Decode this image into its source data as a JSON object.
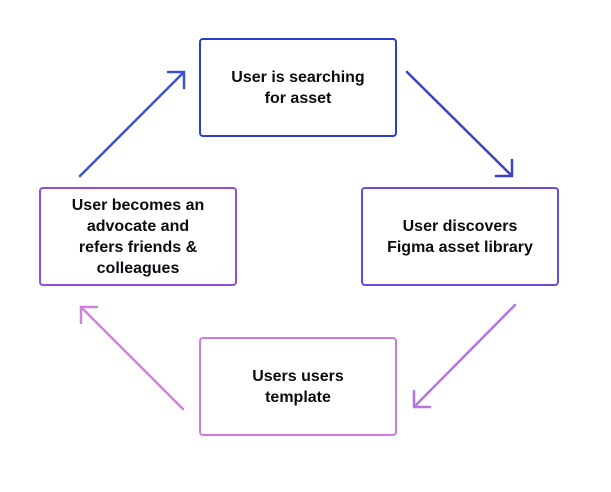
{
  "diagram": {
    "type": "cycle",
    "nodes": [
      {
        "id": "top",
        "label": "User is searching\nfor asset",
        "color": "#2b3fcc"
      },
      {
        "id": "right",
        "label": "User discovers\nFigma asset library",
        "color": "#6a4ad8"
      },
      {
        "id": "bottom",
        "label": "Users users\ntemplate",
        "color": "#cf7ae0"
      },
      {
        "id": "left",
        "label": "User becomes an\nadvocate and\nrefers friends &\ncolleagues",
        "color": "#8e4fdc"
      }
    ],
    "edges": [
      {
        "from": "top",
        "to": "right",
        "color": "#3a42c8"
      },
      {
        "from": "right",
        "to": "bottom",
        "color": "#b276e0"
      },
      {
        "from": "bottom",
        "to": "left",
        "color": "#cf82de"
      },
      {
        "from": "left",
        "to": "top",
        "color": "#3d52d2"
      }
    ]
  }
}
